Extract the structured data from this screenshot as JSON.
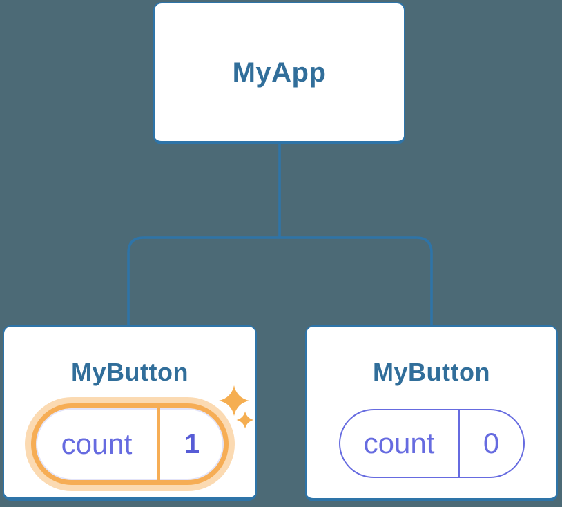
{
  "diagram": {
    "title": "react-component-tree-state-diagram",
    "root": {
      "label": "MyApp"
    },
    "children": [
      {
        "label": "MyButton",
        "state": {
          "key": "count",
          "value": "1"
        },
        "highlighted": true,
        "badge_icon": "sparkles-icon"
      },
      {
        "label": "MyButton",
        "state": {
          "key": "count",
          "value": "0"
        },
        "highlighted": false
      }
    ]
  },
  "colors": {
    "bg": "#4C6A76",
    "line": "#2E74A8",
    "title": "#316E9A",
    "purple": "#666BE0",
    "purple-strong": "#575CD6",
    "orange": "#F6AD55",
    "halo": "rgba(246,173,85,0.45)",
    "sparkle": "#F5AE51"
  }
}
